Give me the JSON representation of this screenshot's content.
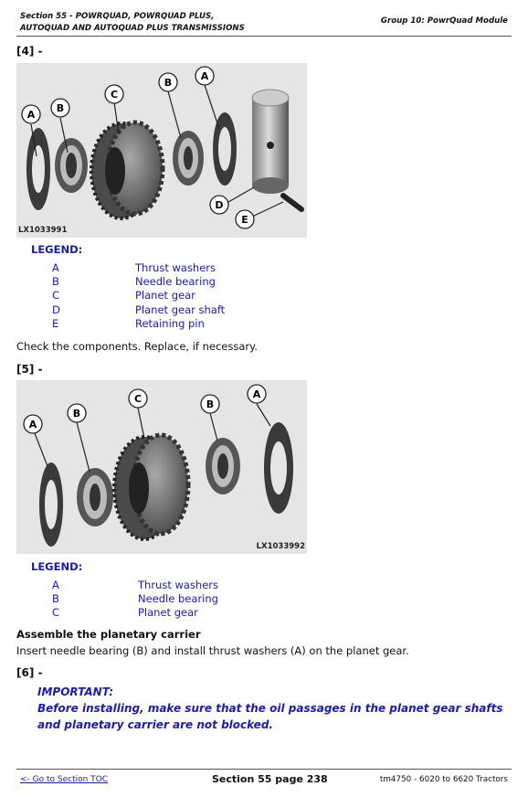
{
  "header": {
    "section_line1": "Section 55 - POWRQUAD, POWRQUAD PLUS,",
    "section_line2": "AUTOQUAD AND AUTOQUAD PLUS TRANSMISSIONS",
    "group": "Group 10: PowrQuad Module"
  },
  "step4": {
    "label": "[4] -",
    "figure_id": "LX1033991",
    "callouts": [
      "A",
      "B",
      "C",
      "B",
      "A",
      "D",
      "E"
    ],
    "legend_title": "LEGEND:",
    "legend": [
      {
        "key": "A",
        "text": "Thrust washers"
      },
      {
        "key": "B",
        "text": "Needle bearing"
      },
      {
        "key": "C",
        "text": "Planet gear"
      },
      {
        "key": "D",
        "text": "Planet gear shaft"
      },
      {
        "key": "E",
        "text": "Retaining pin"
      }
    ],
    "instruction": "Check the components. Replace, if necessary."
  },
  "step5": {
    "label": "[5] -",
    "figure_id": "LX1033992",
    "callouts": [
      "A",
      "B",
      "C",
      "B",
      "A"
    ],
    "legend_title": "LEGEND:",
    "legend": [
      {
        "key": "A",
        "text": "Thrust washers"
      },
      {
        "key": "B",
        "text": "Needle bearing"
      },
      {
        "key": "C",
        "text": "Planet gear"
      }
    ],
    "heading": "Assemble the planetary carrier",
    "instruction": "Insert needle bearing (B) and install thrust washers (A) on the planet gear."
  },
  "step6": {
    "label": "[6] -",
    "important_title": "IMPORTANT:",
    "important_line1": "Before installing, make sure that the oil passages in the planet gear shafts",
    "important_line2": "and planetary carrier are not blocked."
  },
  "footer": {
    "toc_link": "<- Go to Section TOC",
    "page": "Section 55 page 238",
    "doc": "tm4750 - 6020 to 6620 Tractors"
  }
}
